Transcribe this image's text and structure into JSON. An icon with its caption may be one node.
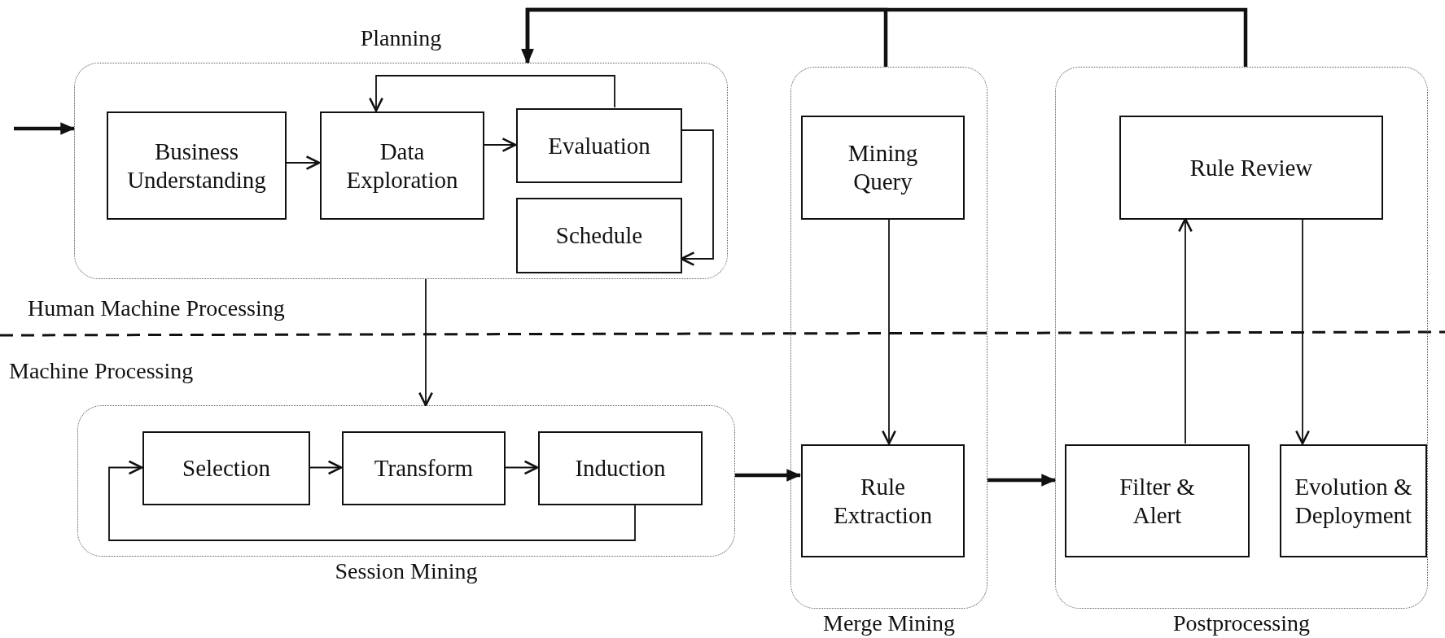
{
  "diagram": {
    "nodes": [
      {
        "text": [
          "Planning"
        ]
      },
      {
        "text": [
          "Business Understanding"
        ],
        "in": 0
      },
      {
        "text": [
          "Data Exploration"
        ],
        "in": 0
      },
      {
        "text": [
          "Evaluation"
        ],
        "in": 0
      },
      {
        "text": [
          "Schedule"
        ],
        "in": 0
      },
      {
        "text": [
          "Session Mining"
        ]
      },
      {
        "text": [
          "Selection"
        ],
        "in": 5
      },
      {
        "text": [
          "Transform"
        ],
        "in": 5
      },
      {
        "text": [
          "Induction"
        ],
        "in": 5
      },
      {
        "text": [
          "Merge Mining"
        ]
      },
      {
        "text": [
          "Mining Query"
        ],
        "in": 9
      },
      {
        "text": [
          "Rule Extraction"
        ],
        "in": 9
      },
      {
        "text": [
          "Postprocessing"
        ]
      },
      {
        "text": [
          "Rule Review"
        ],
        "in": 12
      },
      {
        "text": [
          "Filter & Alert"
        ],
        "in": 12
      },
      {
        "text": [
          "Evolution & Deployment"
        ],
        "in": 12
      }
    ],
    "edges": [
      {
        "from": null,
        "to": 0,
        "arrow": "to",
        "style": "thick"
      },
      {
        "from": 1,
        "to": 2,
        "arrow": "to"
      },
      {
        "from": 2,
        "to": 3,
        "arrow": "to"
      },
      {
        "from": 3,
        "to": 2,
        "arrow": "to"
      },
      {
        "from": 3,
        "to": 4,
        "arrow": "to"
      },
      {
        "from": 0,
        "to": 5,
        "arrow": "to"
      },
      {
        "from": 6,
        "to": 7,
        "arrow": "to"
      },
      {
        "from": 7,
        "to": 8,
        "arrow": "to"
      },
      {
        "from": 8,
        "to": 6,
        "arrow": "to"
      },
      {
        "from": 5,
        "to": 11,
        "arrow": "to",
        "style": "thick"
      },
      {
        "from": 9,
        "to": 12,
        "arrow": "to",
        "style": "thick"
      },
      {
        "from": 10,
        "to": 11,
        "arrow": "to"
      },
      {
        "from": 14,
        "to": 13,
        "arrow": "to"
      },
      {
        "from": 13,
        "to": 15,
        "arrow": "to"
      },
      {
        "from": 9,
        "to": 0,
        "arrow": "to",
        "style": "thick"
      },
      {
        "from": 12,
        "to": 0,
        "arrow": "to",
        "style": "thick"
      }
    ],
    "labels": [
      "Human Machine Processing",
      "Machine Processing"
    ]
  }
}
